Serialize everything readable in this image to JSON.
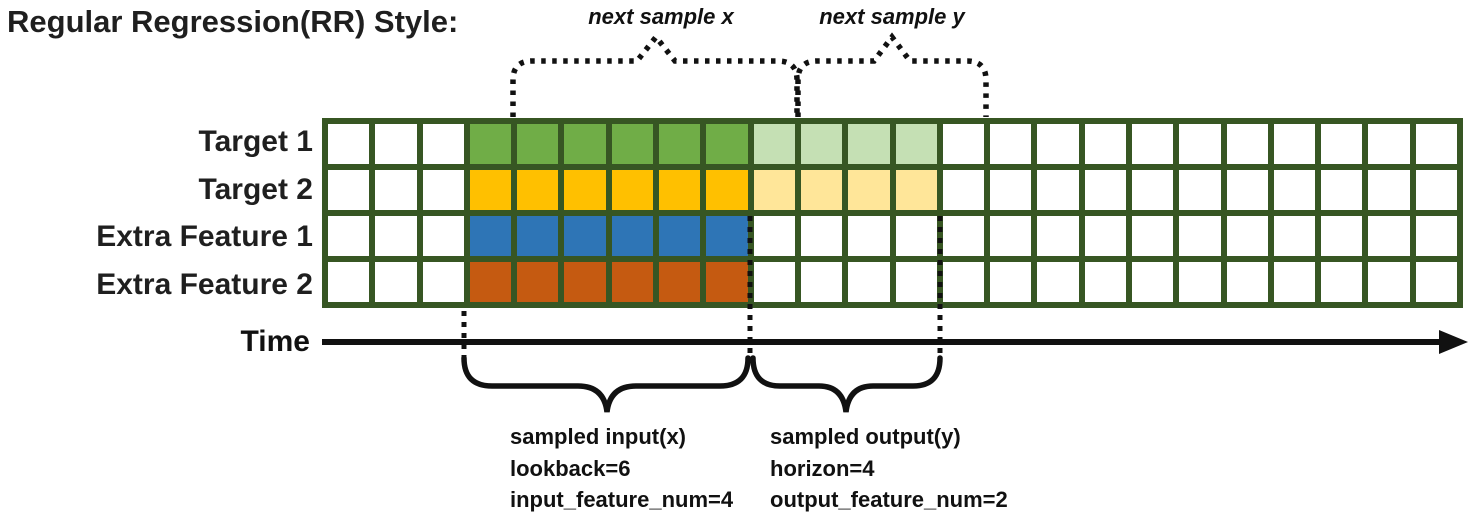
{
  "title": "Regular Regression(RR) Style:",
  "annotations": {
    "next_sample_x": "next sample x",
    "next_sample_y": "next sample y"
  },
  "time_axis": {
    "label": "Time"
  },
  "grid": {
    "total_cols": 24,
    "input_col_start": 4,
    "input_col_end": 9,
    "output_col_start": 10,
    "output_col_end": 13,
    "border_color": "#375623",
    "empty_color": "#FFFFFF",
    "rows": [
      {
        "label": "Target 1",
        "input_color": "#70AD47",
        "output_color": "#C5E0B4"
      },
      {
        "label": "Target 2",
        "input_color": "#FFC000",
        "output_color": "#FFE699"
      },
      {
        "label": "Extra Feature 1",
        "input_color": "#2E75B6",
        "output_color": null
      },
      {
        "label": "Extra Feature 2",
        "input_color": "#C55A11",
        "output_color": null
      }
    ]
  },
  "sample_info": {
    "input_lines": [
      "sampled input(x)",
      "lookback=6",
      "input_feature_num=4"
    ],
    "output_lines": [
      "sampled output(y)",
      "horizon=4",
      "output_feature_num=2"
    ]
  }
}
